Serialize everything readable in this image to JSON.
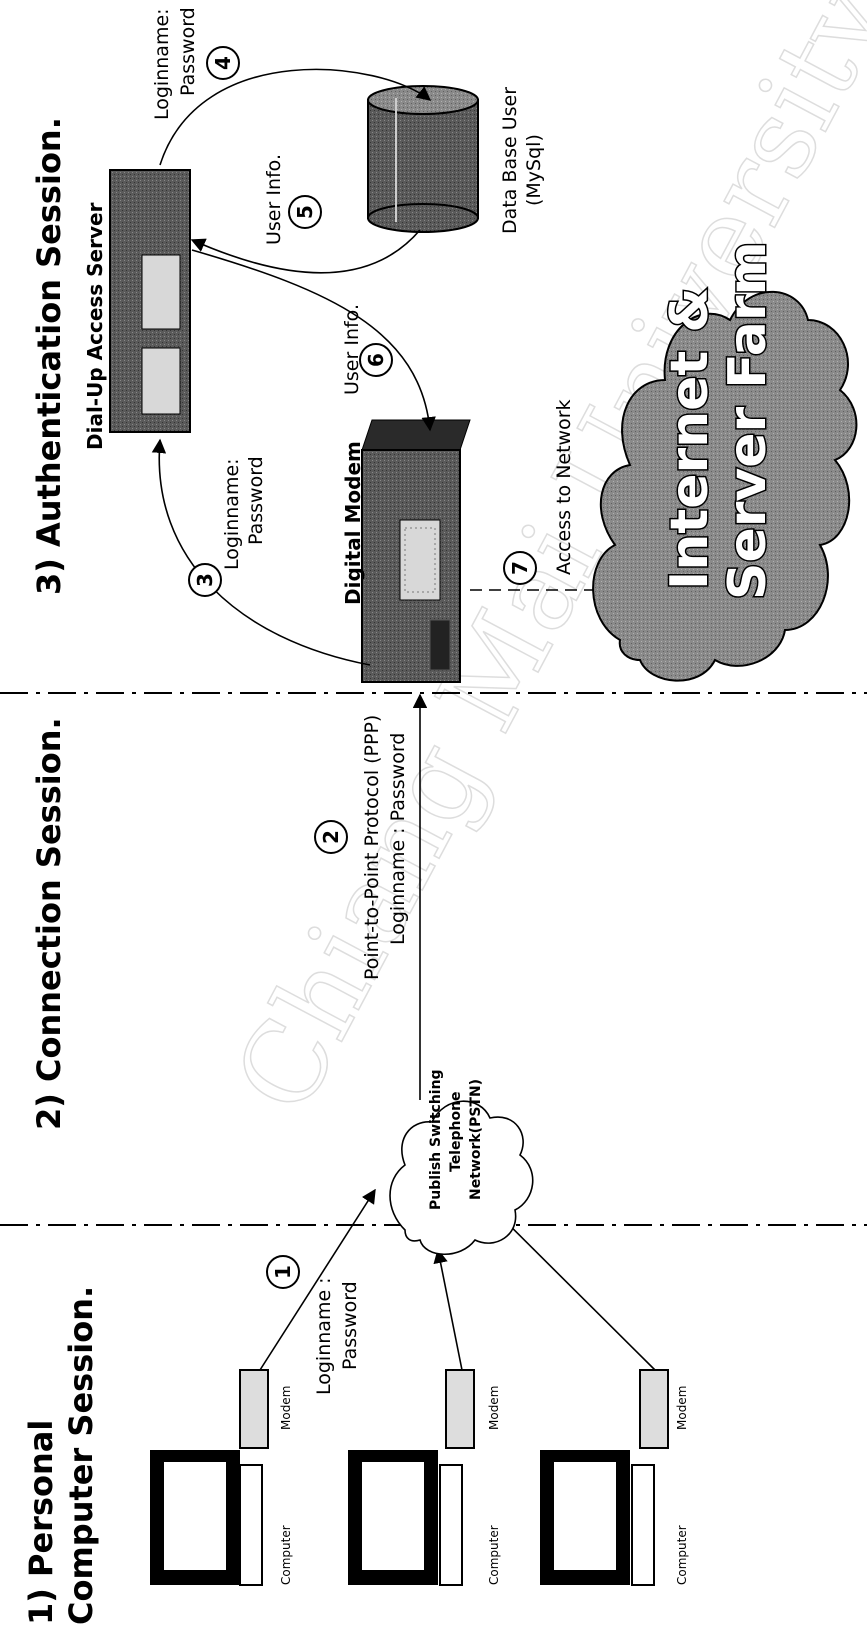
{
  "sections": {
    "s1_line1": "1) Personal",
    "s1_line2": "Computer Session.",
    "s2": "2) Connection Session.",
    "s3": "3) Authentication Session."
  },
  "computers": {
    "computer_label": "Computer",
    "modem_label": "Modem"
  },
  "pstn": {
    "line1": "Publish Switching",
    "line2": "Telephone",
    "line3": "Network(PSTN)"
  },
  "steps": {
    "s1": "1",
    "s2": "2",
    "s3": "3",
    "s4": "4",
    "s5": "5",
    "s6": "6",
    "s7": "7"
  },
  "labels": {
    "step1_line1": "Loginname :",
    "step1_line2": "Password",
    "ppp_line1": "Point-to-Point Protocol (PPP)",
    "ppp_line2": "Loginname : Password",
    "step3_line1": "Loginname:",
    "step3_line2": "Password",
    "step4_line1": "Loginname:",
    "step4_line2": "Password",
    "user_info_5": "User Info.",
    "user_info_6": "User Info.",
    "access": "Access to Network"
  },
  "devices": {
    "digital_modem": "Digital Modem",
    "dial_up": "Dial-Up Access Server",
    "db_line1": "Data Base User",
    "db_line2": "(MySql)"
  },
  "internet": {
    "line1": "Internet &",
    "line2": "Server Farm"
  },
  "watermark": {
    "line1": "Chiang Mai University"
  }
}
